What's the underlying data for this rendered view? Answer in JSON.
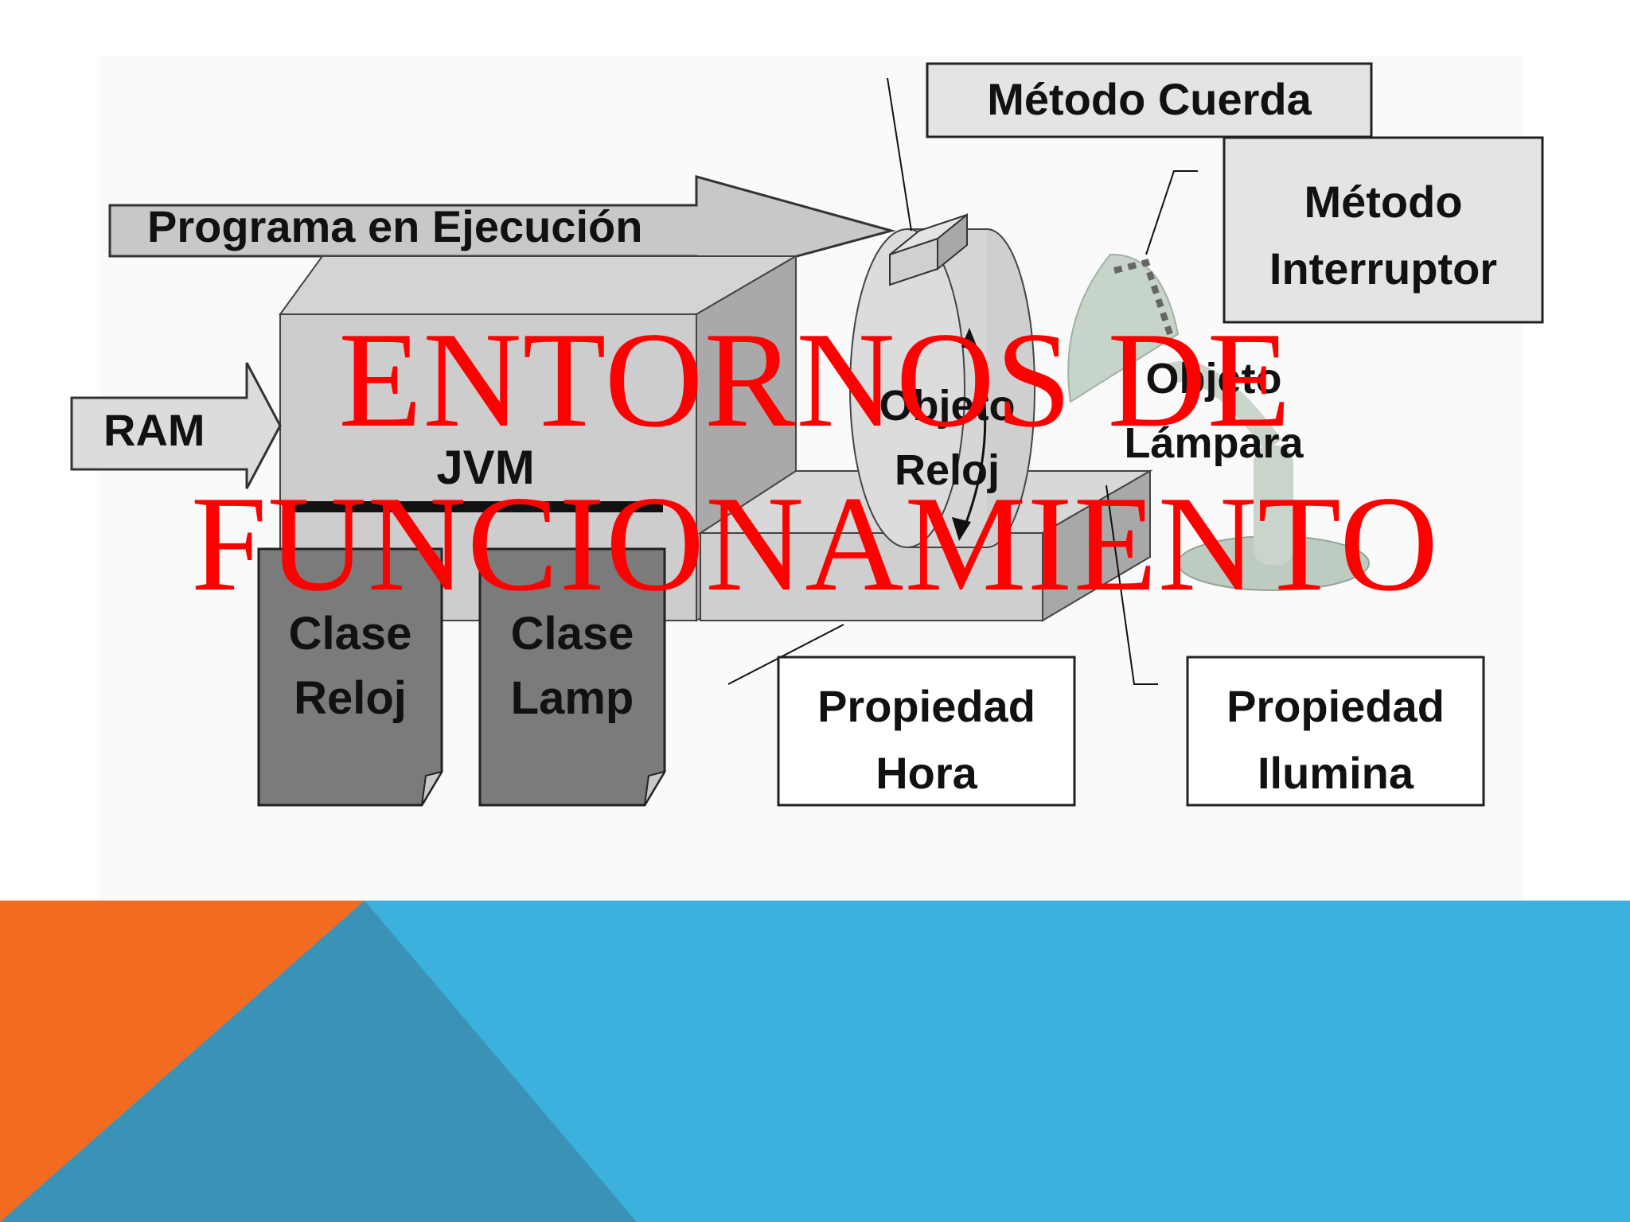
{
  "slide": {
    "title_line1": "ENTORNOS DE",
    "title_line2": "FUNCIONAMIENTO",
    "title_color": "#ff0000"
  },
  "diagram": {
    "arrow_program": "Programa en Ejecución",
    "arrow_ram": "RAM",
    "jvm": "JVM",
    "class_reloj": [
      "Clase",
      "Reloj"
    ],
    "class_lamp": [
      "Clase",
      "Lamp"
    ],
    "object_clock": [
      "Objeto",
      "Reloj"
    ],
    "object_lamp": [
      "Objeto",
      "Lámpara"
    ],
    "method_cuerda": "Método Cuerda",
    "method_interruptor": [
      "Método",
      "Interruptor"
    ],
    "prop_hora": [
      "Propiedad",
      "Hora"
    ],
    "prop_ilumina": [
      "Propiedad",
      "Ilumina"
    ]
  },
  "colors": {
    "band_blue": "#3cb1dd",
    "band_orange": "#f26b21",
    "band_dark_blue": "#3a93b6"
  }
}
